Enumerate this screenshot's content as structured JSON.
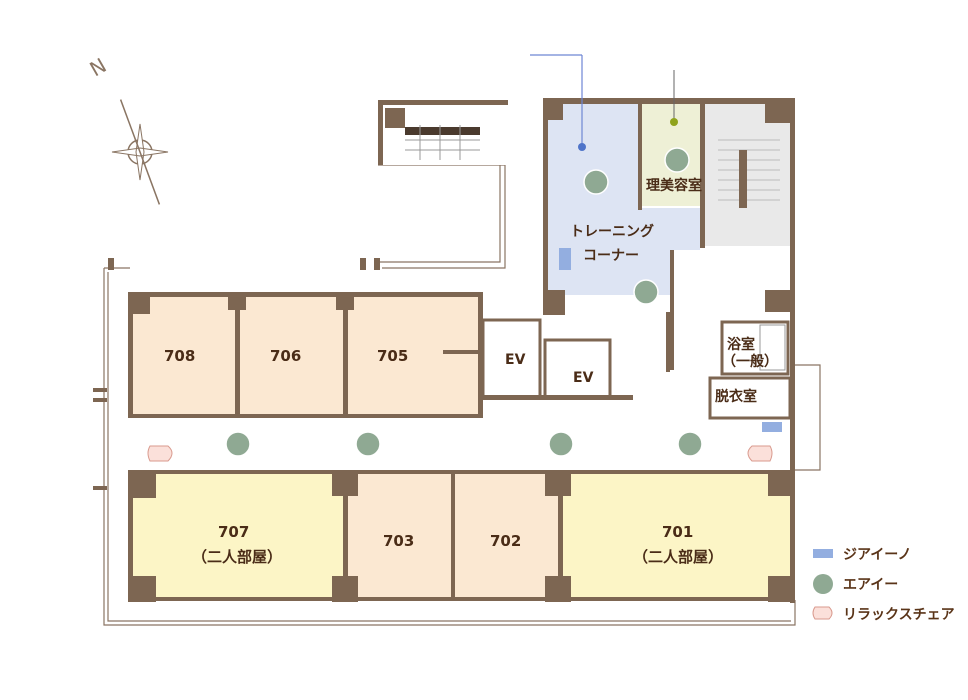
{
  "colors": {
    "wall": "#7d6652",
    "room_single": "#fbe8d2",
    "room_double": "#fcf5c6",
    "training": "#dde4f3",
    "barber": "#eef0d6",
    "stairs": "#e9e9e9",
    "giano": "#93aee0",
    "air": "#8fa993",
    "relax_chair": "#fbe0da",
    "text": "#4a2c17"
  },
  "compass": {
    "label": "N"
  },
  "rooms": {
    "r708": "708",
    "r706": "706",
    "r705": "705",
    "r707": "707",
    "r707_sub": "（二人部屋）",
    "r703": "703",
    "r702": "702",
    "r701": "701",
    "r701_sub": "（二人部屋）",
    "ev1": "EV",
    "ev2": "EV",
    "barber": "理美容室",
    "training_1": "トレーニング",
    "training_2": "コーナー",
    "bath_1": "浴室",
    "bath_2": "（一般）",
    "dressing": "脱衣室"
  },
  "legend": [
    {
      "label": "ジアイーノ",
      "icon": "giano-rect"
    },
    {
      "label": "エアイー",
      "icon": "air-circle"
    },
    {
      "label": "リラックスチェア",
      "icon": "relax-chair"
    }
  ]
}
